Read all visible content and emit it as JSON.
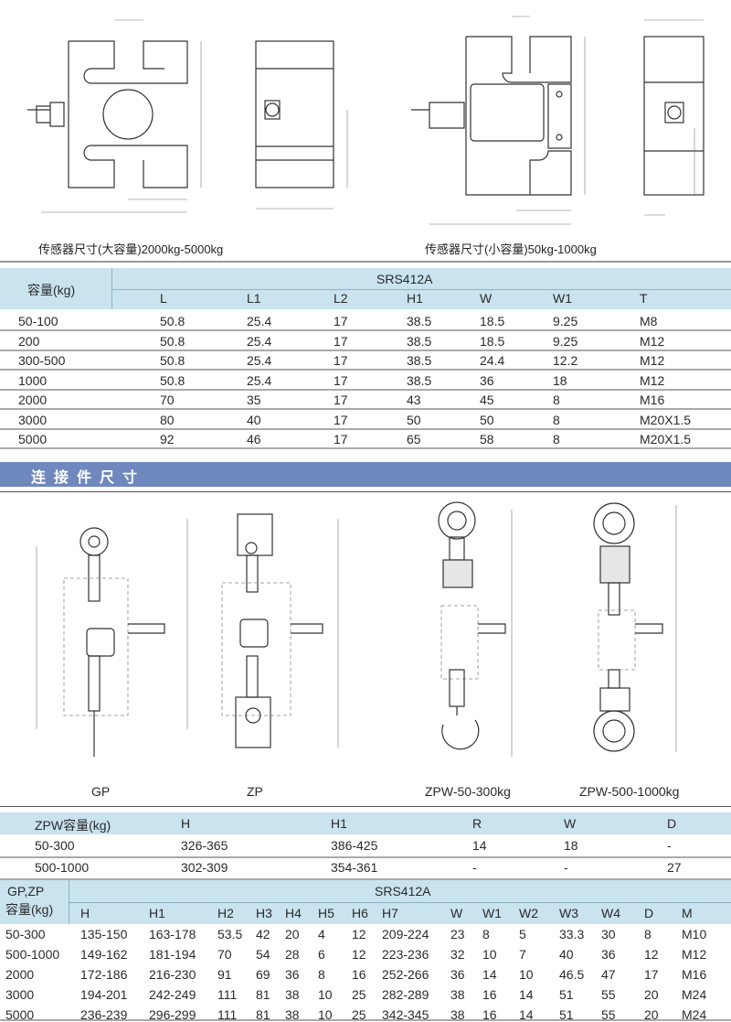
{
  "top": {
    "caption_large": "传感器尺寸(大容量)2000kg-5000kg",
    "caption_small": "传感器尺寸(小容量)50kg-1000kg"
  },
  "table1": {
    "cap_header": "容量(kg)",
    "model": "SRS412A",
    "columns": [
      "L",
      "L1",
      "L2",
      "H1",
      "W",
      "W1",
      "T"
    ],
    "rows": [
      [
        "50-100",
        "50.8",
        "25.4",
        "17",
        "38.5",
        "18.5",
        "9.25",
        "M8"
      ],
      [
        "200",
        "50.8",
        "25.4",
        "17",
        "38.5",
        "18.5",
        "9.25",
        "M12"
      ],
      [
        "300-500",
        "50.8",
        "25.4",
        "17",
        "38.5",
        "24.4",
        "12.2",
        "M12"
      ],
      [
        "1000",
        "50.8",
        "25.4",
        "17",
        "38.5",
        "36",
        "18",
        "M12"
      ],
      [
        "2000",
        "70",
        "35",
        "17",
        "43",
        "45",
        "8",
        "M16"
      ],
      [
        "3000",
        "80",
        "40",
        "17",
        "50",
        "50",
        "8",
        "M20X1.5"
      ],
      [
        "5000",
        "92",
        "46",
        "17",
        "65",
        "58",
        "8",
        "M20X1.5"
      ]
    ]
  },
  "section": {
    "title": "连接件尺寸"
  },
  "drawings": {
    "labels": [
      "GP",
      "ZP",
      "ZPW-50-300kg",
      "ZPW-500-1000kg"
    ]
  },
  "table2": {
    "columns": [
      "ZPW容量(kg)",
      "H",
      "H1",
      "R",
      "W",
      "D"
    ],
    "rows": [
      [
        "50-300",
        "326-365",
        "386-425",
        "14",
        "18",
        "-"
      ],
      [
        "500-1000",
        "302-309",
        "354-361",
        "-",
        "-",
        "27"
      ]
    ]
  },
  "table3": {
    "cap_header_1": "GP,ZP",
    "cap_header_2": "容量(kg)",
    "model": "SRS412A",
    "columns": [
      "H",
      "H1",
      "H2",
      "H3",
      "H4",
      "H5",
      "H6",
      "H7",
      "W",
      "W1",
      "W2",
      "W3",
      "W4",
      "D",
      "M"
    ],
    "rows": [
      [
        "50-300",
        "135-150",
        "163-178",
        "53.5",
        "42",
        "20",
        "4",
        "12",
        "209-224",
        "23",
        "8",
        "5",
        "33.3",
        "30",
        "8",
        "M10"
      ],
      [
        "500-1000",
        "149-162",
        "181-194",
        "70",
        "54",
        "28",
        "6",
        "12",
        "223-236",
        "32",
        "10",
        "7",
        "40",
        "36",
        "12",
        "M12"
      ],
      [
        "2000",
        "172-186",
        "216-230",
        "91",
        "69",
        "36",
        "8",
        "16",
        "252-266",
        "36",
        "14",
        "10",
        "46.5",
        "47",
        "17",
        "M16"
      ],
      [
        "3000",
        "194-201",
        "242-249",
        "111",
        "81",
        "38",
        "10",
        "25",
        "282-289",
        "38",
        "16",
        "14",
        "51",
        "55",
        "20",
        "M24"
      ],
      [
        "5000",
        "236-239",
        "296-299",
        "111",
        "81",
        "38",
        "10",
        "25",
        "342-345",
        "38",
        "16",
        "14",
        "51",
        "55",
        "20",
        "M24"
      ]
    ]
  }
}
